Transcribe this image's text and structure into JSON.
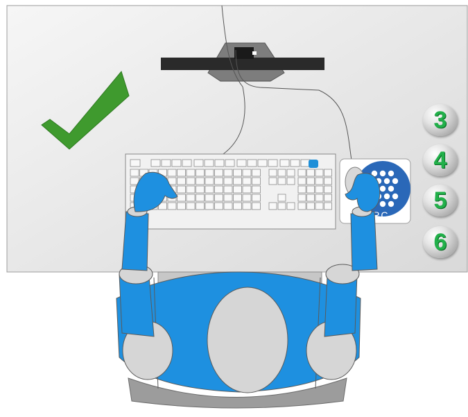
{
  "steps": [
    {
      "label": "3"
    },
    {
      "label": "4"
    },
    {
      "label": "5"
    },
    {
      "label": "6"
    }
  ],
  "logo": {
    "text": "PC"
  },
  "icons": {
    "status": "checkmark-icon",
    "logo": "dot-grid-logo-icon"
  },
  "colors": {
    "desk": "#e8e8e8",
    "body": "#1e90e0",
    "check": "#3f9a2e",
    "step_digit": "#22b04a",
    "monitor": "#2a2a2a",
    "logo": "#2a68b8"
  }
}
